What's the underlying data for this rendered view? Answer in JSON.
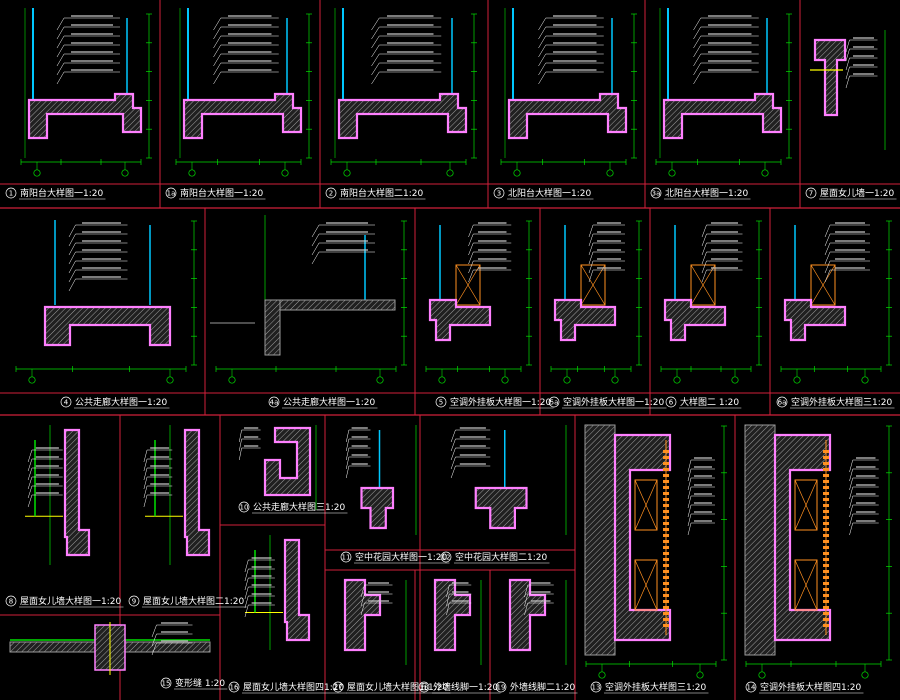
{
  "details": [
    {
      "num": "1",
      "title": "南阳台大样图一1:20"
    },
    {
      "num": "1a",
      "title": "南阳台大样图一1:20"
    },
    {
      "num": "2",
      "title": "南阳台大样图二1:20"
    },
    {
      "num": "3",
      "title": "北阳台大样图一1:20"
    },
    {
      "num": "3a",
      "title": "北阳台大样图一1:20"
    },
    {
      "num": "7",
      "title": "屋面女儿墙一1:20"
    },
    {
      "num": "4",
      "title": "公共走廊大样图一1:20"
    },
    {
      "num": "4a",
      "title": "公共走廊大样图一1:20"
    },
    {
      "num": "5",
      "title": "空调外挂板大样图一1:20"
    },
    {
      "num": "5a",
      "title": "空调外挂板大样图一1:20"
    },
    {
      "num": "6",
      "title": "大样图二 1:20"
    },
    {
      "num": "6a",
      "title": "空调外挂板大样图三1:20"
    },
    {
      "num": "8",
      "title": "屋面女儿墙大样图一1:20"
    },
    {
      "num": "9",
      "title": "屋面女儿墙大样图二1:20"
    },
    {
      "num": "10",
      "title": "公共走廊大样图三1:20"
    },
    {
      "num": "11",
      "title": "空中花园大样图一1:20"
    },
    {
      "num": "12",
      "title": "空中花园大样图二1:20"
    },
    {
      "num": "13",
      "title": "空调外挂板大样图三1:20"
    },
    {
      "num": "14",
      "title": "空调外挂板大样图四1:20"
    },
    {
      "num": "15",
      "title": "变形缝 1:20"
    },
    {
      "num": "16",
      "title": "屋面女儿墙大样图四1:20"
    },
    {
      "num": "17",
      "title": "屋面女儿墙大样图五1:20"
    },
    {
      "num": "18",
      "title": "外墙线脚一1:20"
    },
    {
      "num": "19",
      "title": "外墙线脚二1:20"
    }
  ],
  "colors": {
    "frame": "#d0203a",
    "wall": "#ff80ff",
    "hatch": "#9a9a9a",
    "dim": "#00e000",
    "glass": "#00c8ff",
    "leader": "#ffffff",
    "accent": "#ffff00",
    "wood": "#ff9020"
  }
}
